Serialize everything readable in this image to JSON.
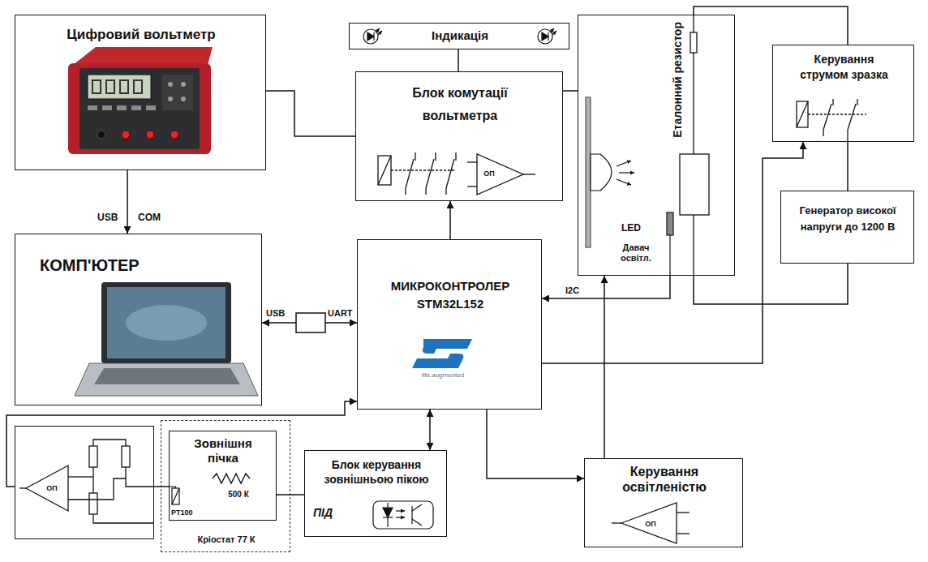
{
  "diagram": {
    "nodes": [
      {
        "text": [
          "Цифровий вольтметр"
        ]
      },
      {
        "text": [
          "Індикація"
        ]
      },
      {
        "text": [
          "Блок комутації вольтметра",
          "ОП"
        ]
      },
      {
        "text": [
          "Еталонний резистор",
          "LED",
          "Давач освітл."
        ]
      },
      {
        "text": [
          "Керування струмом зразка"
        ]
      },
      {
        "text": [
          "Генератор високої напруги до 1200 В"
        ]
      },
      {
        "text": [
          "КОМП'ЮТЕР"
        ]
      },
      {
        "text": [
          "МИКРОКОНТРОЛЕР",
          "STM32L152",
          "life.augmented"
        ]
      },
      {
        "text": [
          "ОП"
        ]
      },
      {
        "text": [
          "Кріостат 77 К"
        ]
      },
      {
        "text": [
          "Зовнішня пічка",
          "500 К",
          "PT100"
        ],
        "in": 9
      },
      {
        "text": [
          "Блок керування зовнішньою пікою",
          "ПІД"
        ]
      },
      {
        "text": [
          "Керування освітленістю",
          "ОП"
        ]
      }
    ],
    "edges": [
      {
        "from": 0,
        "to": 2,
        "arrow": "none"
      },
      {
        "from": 0,
        "to": 6,
        "arrow": "to"
      },
      {
        "from": 1,
        "to": 2,
        "arrow": "none"
      },
      {
        "from": 2,
        "to": 3,
        "arrow": "none"
      },
      {
        "from": 7,
        "to": 2,
        "arrow": "to"
      },
      {
        "from": 7,
        "to": 6,
        "arrow": "both"
      },
      {
        "from": 3,
        "to": 7,
        "label": "I2C",
        "arrow": "to"
      },
      {
        "from": 3,
        "to": 4,
        "arrow": "none"
      },
      {
        "from": 4,
        "to": 5,
        "arrow": "none"
      },
      {
        "from": 5,
        "to": 3,
        "arrow": "none"
      },
      {
        "from": 7,
        "to": 4,
        "arrow": "to"
      },
      {
        "from": 12,
        "to": 3,
        "arrow": "to"
      },
      {
        "from": 7,
        "to": 12,
        "arrow": "to"
      },
      {
        "from": 8,
        "to": 7,
        "arrow": "to"
      },
      {
        "from": 7,
        "to": 11,
        "arrow": "both"
      },
      {
        "from": 11,
        "to": 10,
        "arrow": "none"
      },
      {
        "from": 8,
        "to": 10,
        "arrow": "none"
      }
    ],
    "labels": [
      "USB",
      "COM",
      "USB",
      "UART"
    ]
  }
}
